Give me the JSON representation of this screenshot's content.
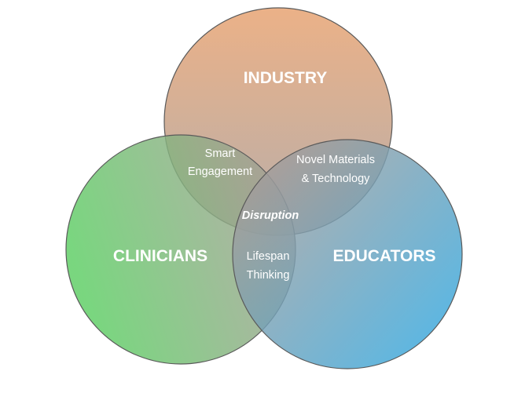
{
  "diagram": {
    "sets": [
      {
        "key": "industry",
        "label": "INDUSTRY",
        "color_start": "#e7a06d",
        "color_end": "#a89c97"
      },
      {
        "key": "clinicians",
        "label": "CLINICIANS",
        "color_start": "#5ccd63",
        "color_end": "#a89c97"
      },
      {
        "key": "educators",
        "label": "EDUCATORS",
        "color_start": "#2ea8e2",
        "color_end": "#a89c97"
      }
    ],
    "overlaps": {
      "industry_clinicians": [
        "Smart",
        "Engagement"
      ],
      "industry_educators": [
        "Novel Materials",
        "& Technology"
      ],
      "clinicians_educators": [
        "Lifespan",
        "Thinking"
      ],
      "all": "Disruption"
    },
    "stroke_color": "#5a5a5a"
  }
}
